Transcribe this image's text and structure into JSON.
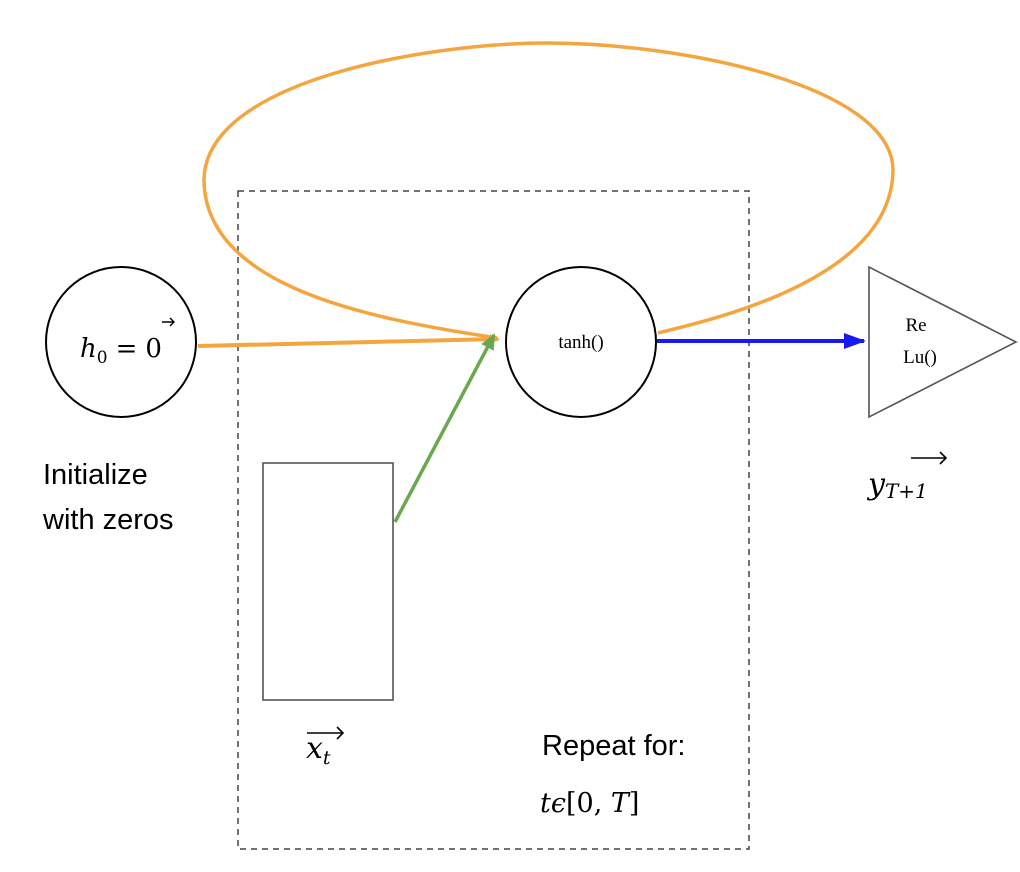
{
  "nodes": {
    "h0": {
      "var": "h",
      "sub": "0",
      "rhs": "0"
    },
    "tanh": {
      "label": "tanh()"
    },
    "relu": {
      "line1": "Re",
      "line2": "Lu()"
    }
  },
  "labels": {
    "init_line1": "Initialize",
    "init_line2": "with zeros",
    "repeat_for": "Repeat for:",
    "range": {
      "t": "t",
      "eps": "ϵ",
      "bracket_open": "[0, ",
      "T": "T",
      "bracket_close": "]"
    },
    "input": {
      "var": "x",
      "sub": "t"
    },
    "output": {
      "var": "y",
      "sub": "T+1"
    }
  },
  "colors": {
    "recurrent": "#F5A540",
    "input_arrow": "#6AA84F",
    "output_arrow": "#1A1AF0",
    "stroke": "#000000",
    "box_stroke": "#444444",
    "relu_stroke": "#555555"
  }
}
